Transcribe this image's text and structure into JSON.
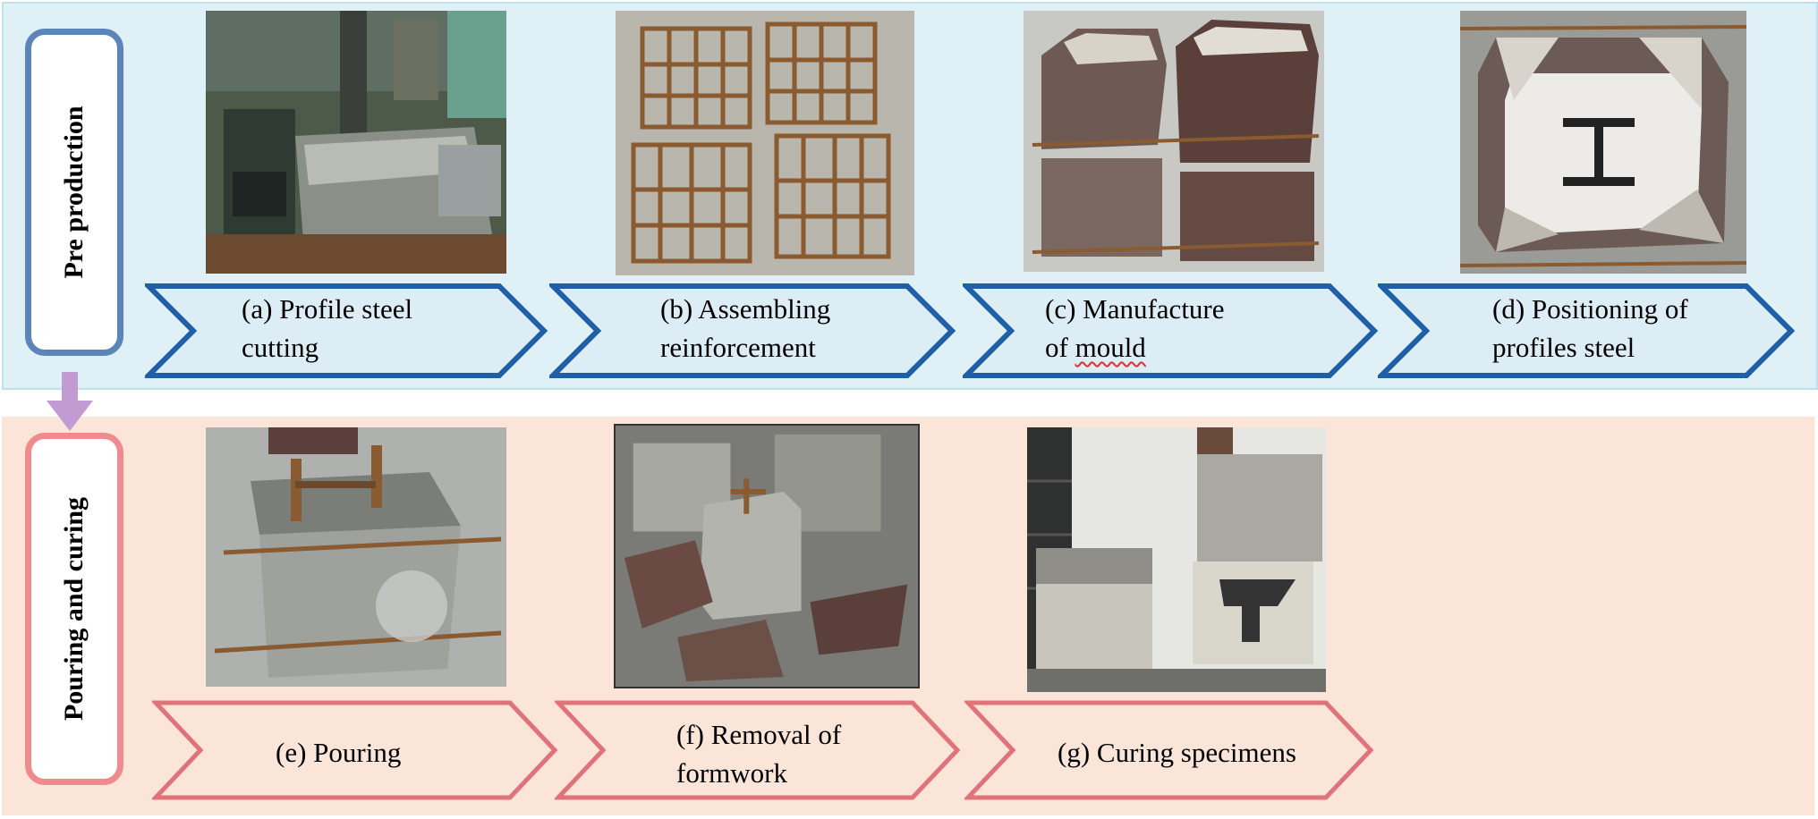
{
  "stages": {
    "top": "Pre production",
    "bottom": "Pouring and curing"
  },
  "steps": [
    {
      "id": "a",
      "line1": "(a) Profile steel",
      "line2": "cutting",
      "image": "profile-steel-cutting-photo"
    },
    {
      "id": "b",
      "line1": "(b) Assembling",
      "line2": "reinforcement",
      "image": "reinforcement-cage-photo"
    },
    {
      "id": "c",
      "line1": "(c) Manufacture",
      "line2_prefix": "of ",
      "line2_word": "mould",
      "image": "mould-photo"
    },
    {
      "id": "d",
      "line1": "(d) Positioning of",
      "line2": "profiles steel",
      "image": "profile-steel-positioning-photo"
    },
    {
      "id": "e",
      "line1": "(e) Pouring",
      "image": "pouring-photo"
    },
    {
      "id": "f",
      "line1": "(f) Removal of",
      "line2": "formwork",
      "image": "formwork-removal-photo"
    },
    {
      "id": "g",
      "line1": "(g) Curing specimens",
      "image": "curing-specimens-photo"
    }
  ],
  "colors": {
    "top_band": "#dff0f7",
    "bottom_band": "#fbe5d9",
    "top_accent": "#1f5fa8",
    "bottom_accent": "#e0727a",
    "flow_arrow": "#c39bd3"
  }
}
